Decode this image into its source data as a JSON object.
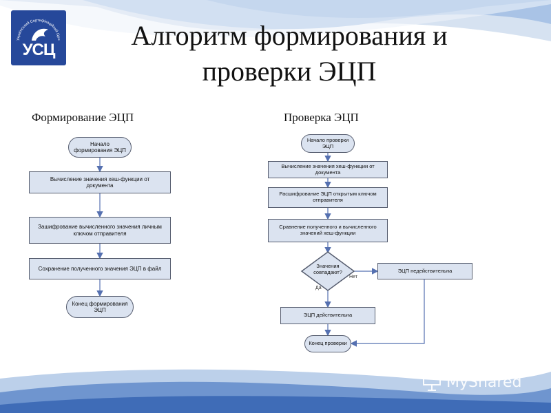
{
  "logo": {
    "text": "УСЦ",
    "arc_text": "Український Сертифікаційний Центр"
  },
  "title": {
    "line1": "Алгоритм формирования и",
    "line2": "проверки ЭЦП"
  },
  "left": {
    "heading": "Формирование ЭЦП",
    "start": [
      "Начало",
      "формирования ЭЦП"
    ],
    "step1": [
      "Вычисление значения хеш-функции от",
      "документа"
    ],
    "step2": [
      "Зашифрование вычисленного значения личным",
      "ключом отправителя"
    ],
    "step3": [
      "Сохранение полученного значения ЭЦП в файл"
    ],
    "end": [
      "Конец формирования",
      "ЭЦП"
    ]
  },
  "right": {
    "heading": "Проверка ЭЦП",
    "start": [
      "Начало проверки",
      "ЭЦП"
    ],
    "step1": [
      "Вычисление значения хеш-функции от",
      "документа"
    ],
    "step2": [
      "Расшифрование ЭЦП открытым ключом",
      "отправителя"
    ],
    "step3": [
      "Сравнение полученного и вычисленного",
      "значений хеш-функции"
    ],
    "decision": [
      "Значения",
      "совпадают?"
    ],
    "no_label": "Нет",
    "yes_label": "Да",
    "invalid": [
      "ЭЦП недействительна"
    ],
    "valid": [
      "ЭЦП действительна"
    ],
    "end": [
      "Конец проверки"
    ]
  },
  "watermark": {
    "text": "MyShared"
  },
  "colors": {
    "box_fill": "#dbe3f0",
    "box_border": "#555c6e",
    "arrow": "#5570b0",
    "logo_bg": "#26489a"
  }
}
